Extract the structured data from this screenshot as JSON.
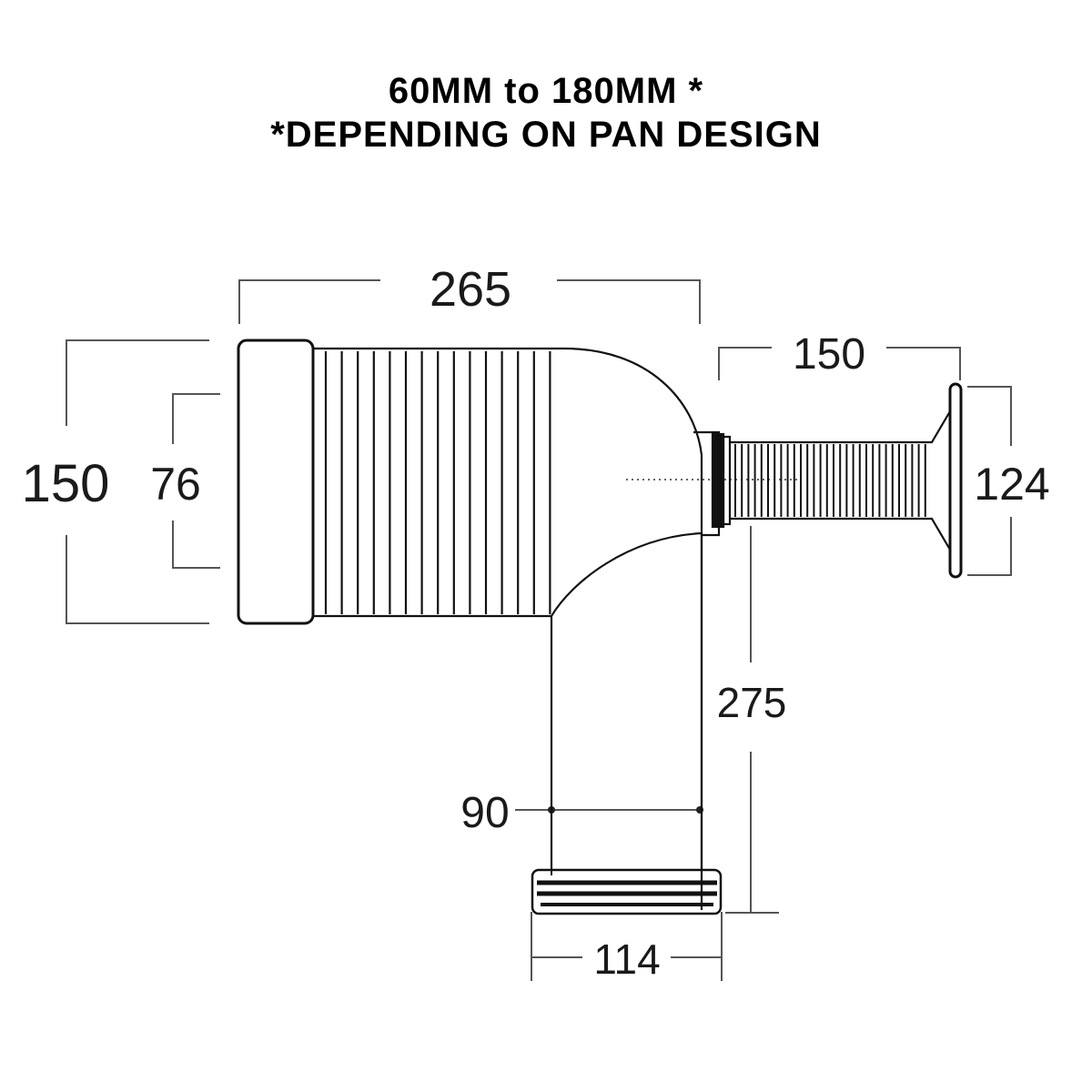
{
  "title": {
    "line1": "60MM to 180MM *",
    "line2": "*DEPENDING ON PAN DESIGN"
  },
  "dimensions": {
    "top_length": "265",
    "left_outer_height": "150",
    "left_inner_height": "76",
    "right_length": "150",
    "right_flange_height": "124",
    "vertical_drop": "275",
    "pipe_diameter": "90",
    "bottom_width": "114"
  }
}
